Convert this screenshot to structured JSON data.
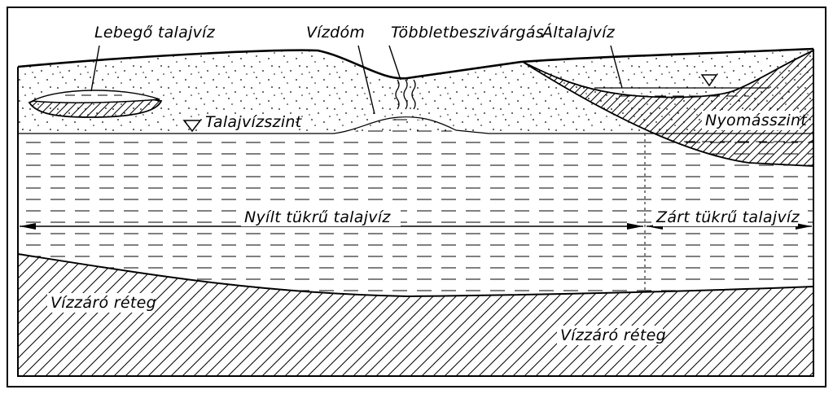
{
  "labels": {
    "perched_water": "Lebegő talajvíz",
    "water_mound": "Vízdóm",
    "excess_infiltration": "Többletbeszivárgás",
    "pseudo_groundwater": "Általajvíz",
    "groundwater_level": "Talajvízszint",
    "pressure_level": "Nyomásszint",
    "unconfined_groundwater": "Nyílt tükrű talajvíz",
    "confined_groundwater": "Zárt tükrű talajvíz",
    "impermeable_layer_left": "Vízzáró réteg",
    "impermeable_layer_bottom": "Vízzáró réteg"
  },
  "colors": {
    "ink": "#000000",
    "paper": "#ffffff"
  },
  "icons": {
    "water_level_marker": "inverted-triangle-icon",
    "seepage_marker": "wavy-arrow-icon"
  }
}
